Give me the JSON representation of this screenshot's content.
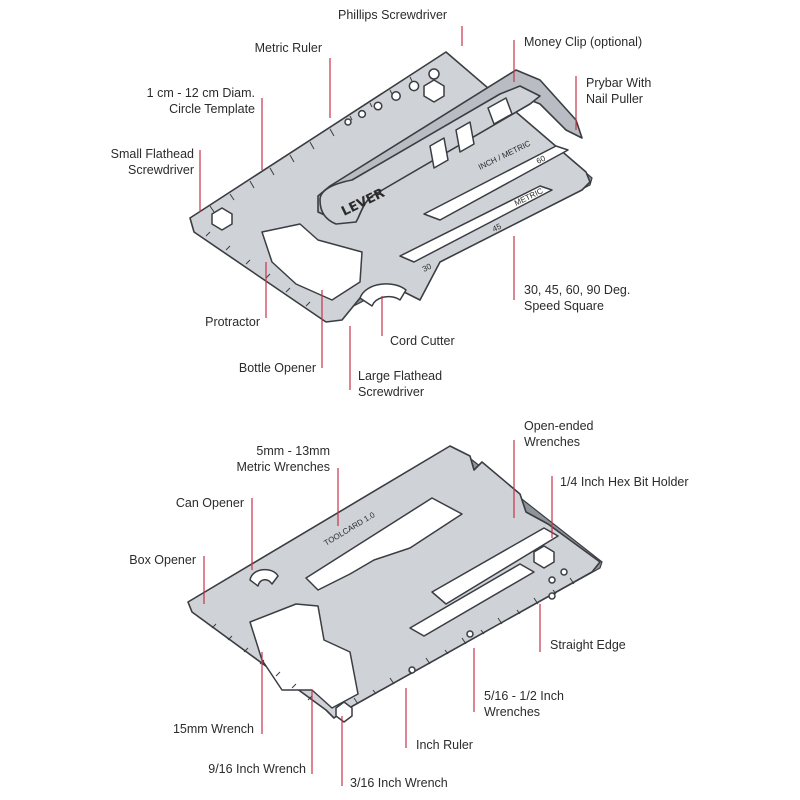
{
  "top_card": {
    "labels": {
      "phillips": "Phillips Screwdriver",
      "metric_ruler": "Metric Ruler",
      "money_clip": "Money Clip (optional)",
      "circle_template_l1": "1 cm - 12 cm Diam.",
      "circle_template_l2": "Circle Template",
      "prybar_l1": "Prybar With",
      "prybar_l2": "Nail Puller",
      "small_flathead_l1": "Small Flathead",
      "small_flathead_l2": "Screwdriver",
      "speed_square_l1": "30, 45, 60, 90 Deg.",
      "speed_square_l2": "Speed Square",
      "protractor": "Protractor",
      "cord_cutter": "Cord Cutter",
      "bottle_opener": "Bottle Opener",
      "large_flathead_l1": "Large Flathead",
      "large_flathead_l2": "Screwdriver"
    },
    "brand": "LEVER",
    "engravings": {
      "metric": "METRIC",
      "inch_metric": "INCH / METRIC",
      "deg_30": "30",
      "deg_45": "45",
      "deg_60": "60"
    }
  },
  "bottom_card": {
    "labels": {
      "metric_wrenches_l1": "5mm - 13mm",
      "metric_wrenches_l2": "Metric Wrenches",
      "open_ended_l1": "Open-ended",
      "open_ended_l2": "Wrenches",
      "hex_bit_holder": "1/4 Inch Hex Bit Holder",
      "can_opener": "Can Opener",
      "box_opener": "Box Opener",
      "straight_edge": "Straight Edge",
      "inch_wrenches_l1": "5/16 - 1/2 Inch",
      "inch_wrenches_l2": "Wrenches",
      "wrench_15mm": "15mm Wrench",
      "inch_ruler": "Inch Ruler",
      "wrench_9_16": "9/16 Inch Wrench",
      "wrench_3_16": "3/16 Inch Wrench"
    },
    "engraving": "TOOLCARD 1.0"
  },
  "colors": {
    "leader": "#c8334a",
    "text": "#2b2b2b",
    "steel": "#cfd2d6",
    "outline": "#3a3d42"
  }
}
